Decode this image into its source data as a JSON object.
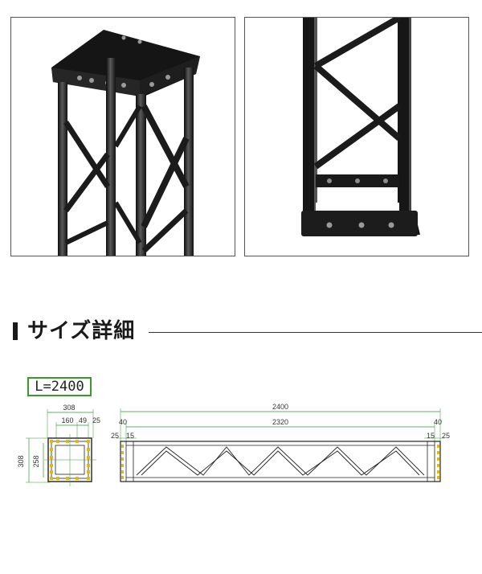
{
  "section": {
    "title": "サイズ詳細"
  },
  "length_label": "L=2400",
  "colors": {
    "accent_green": "#3a9a2a",
    "dim_line": "#2f9a2f",
    "bolt_yellow": "#e8b800",
    "truss_dark": "#1b1b1b"
  },
  "end_view": {
    "outer_width": "308",
    "inner_offset": "160",
    "center_offset": "49",
    "edge_offset": "25",
    "outer_height": "308",
    "inner_height": "258"
  },
  "side_view": {
    "total_length": "2400",
    "inner_length": "2320",
    "left_end": "40",
    "right_end": "40",
    "left_outer": "25",
    "left_inner": "15",
    "right_inner": "15",
    "right_outer": "25"
  }
}
